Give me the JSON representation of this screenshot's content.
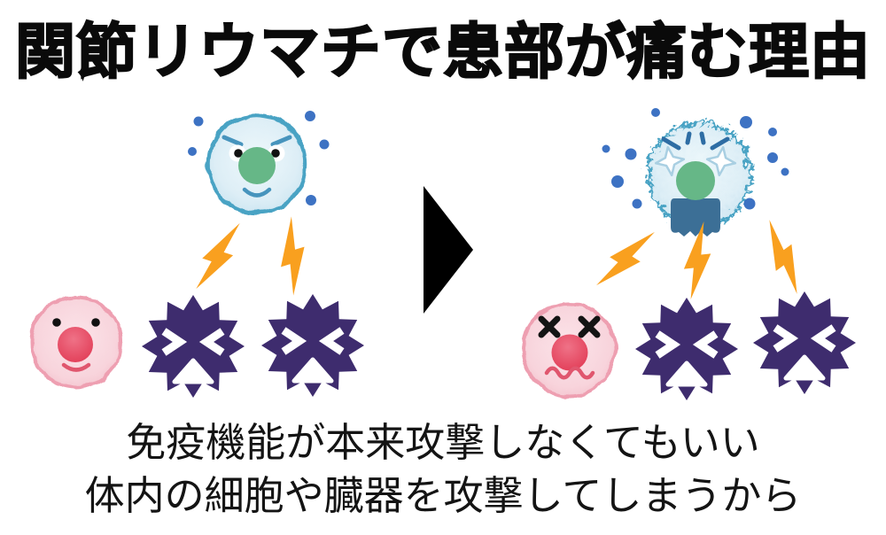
{
  "title": "関節リウマチで患部が痛む理由",
  "caption": {
    "line1": "免疫機能が本来攻撃しなくてもいい",
    "line2": "体内の細胞や臓器を攻撃してしまうから"
  },
  "colors": {
    "text_black": "#0a0a0a",
    "immune_cell_outline": "#4aa3c4",
    "immune_cell_face": "#4794bd",
    "nose_green": "#66b787",
    "antibody_dot_blue": "#3d72c3",
    "virus_purple": "#3e2c6e",
    "lightning_orange": "#f9a01f",
    "healthy_cell_outline": "#ee9fb1",
    "healthy_cell_face": "#e0566e",
    "nose_red": "#e23e58",
    "sick_eye_black": "#141414",
    "angry_mouth_blue": "#3c6f96",
    "angry_brow_blue": "#2e6da4",
    "arrow_black": "#000000"
  }
}
